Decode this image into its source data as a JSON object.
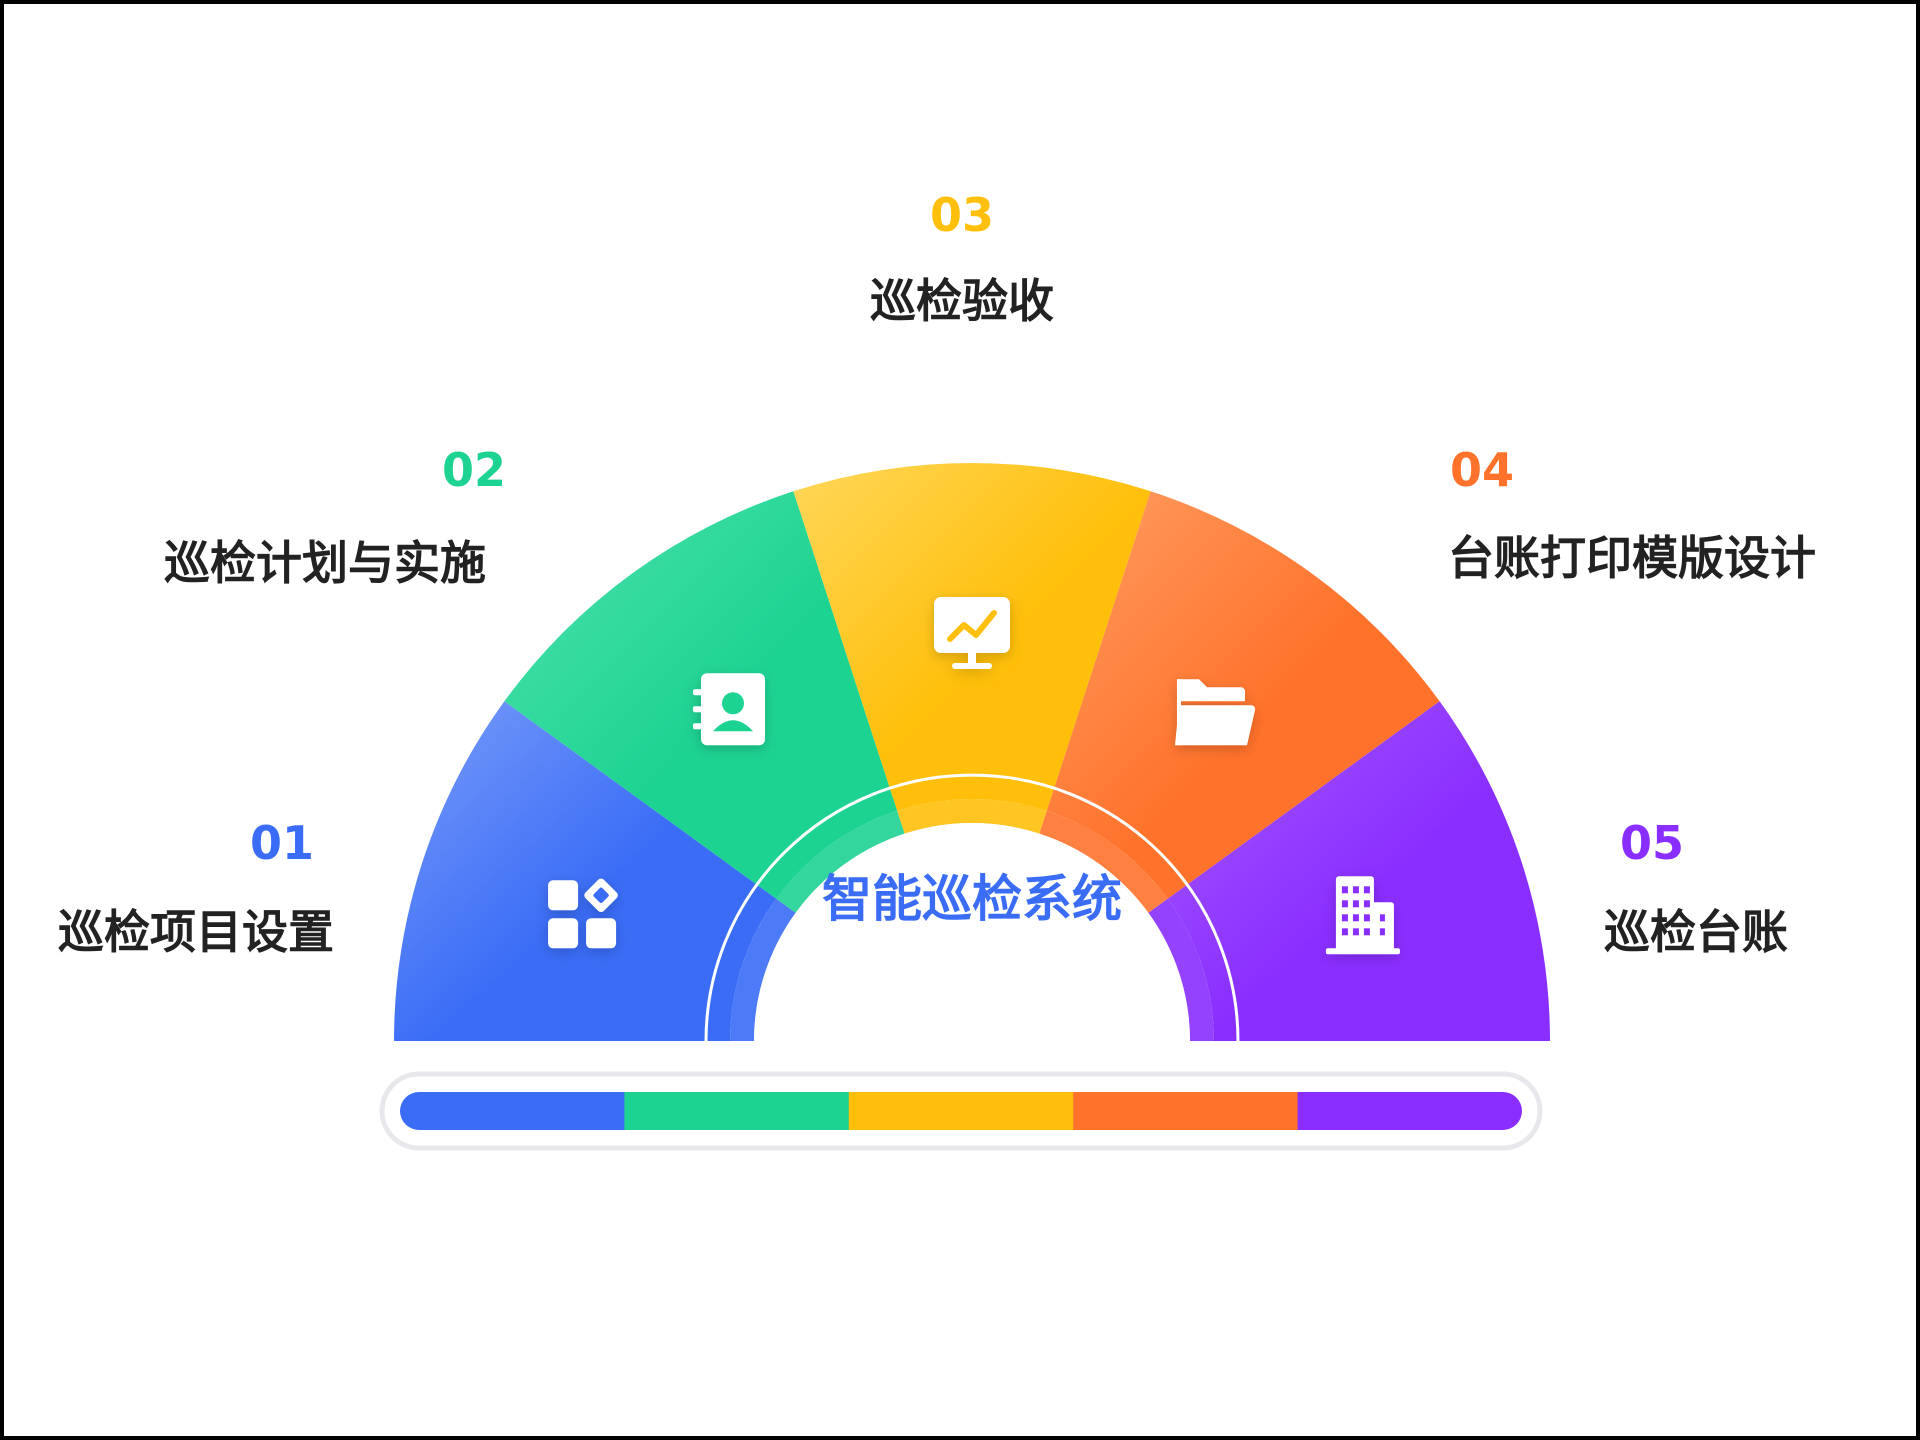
{
  "center": {
    "title": "智能巡检系统",
    "color": "#3a6cf6"
  },
  "steps": [
    {
      "number": "01",
      "title": "巡检项目设置",
      "color": "#3a6cf6",
      "light": "#7a9dfa",
      "icon": "apps-icon"
    },
    {
      "number": "02",
      "title": "巡检计划与实施",
      "color": "#1dd392",
      "light": "#4ee2ab",
      "icon": "contact-book-icon"
    },
    {
      "number": "03",
      "title": "巡检验收",
      "color": "#ffbf0a",
      "light": "#ffd75a",
      "icon": "monitor-chart-icon"
    },
    {
      "number": "04",
      "title": "台账打印模版设计",
      "color": "#ff722b",
      "light": "#ff9e63",
      "icon": "folder-open-icon"
    },
    {
      "number": "05",
      "title": "巡检台账",
      "color": "#8a2eff",
      "light": "#a65cff",
      "icon": "building-icon"
    }
  ]
}
